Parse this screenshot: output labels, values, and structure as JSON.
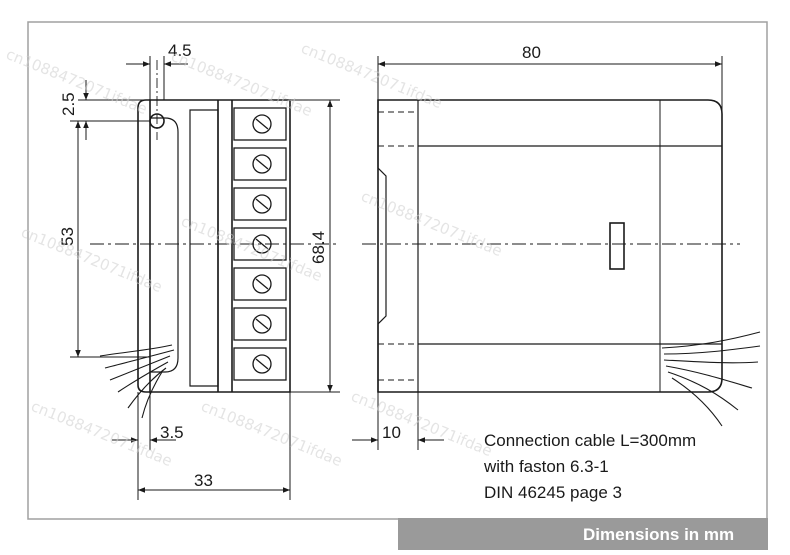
{
  "dimensions": {
    "d_4_5": "4.5",
    "d_2_5": "2.5",
    "d_53": "53",
    "d_68_4": "68.4",
    "d_3_5": "3.5",
    "d_33": "33",
    "d_80": "80",
    "d_10": "10"
  },
  "notes": {
    "line1": "Connection cable L=300mm",
    "line2": "with faston 6.3-1",
    "line3": "DIN 46245 page 3"
  },
  "footer": {
    "label": "Dimensions in mm"
  },
  "watermark": {
    "text": "cn1088472071ifdae"
  },
  "colors": {
    "line": "#1a1a1a",
    "frame": "#a0a0a0",
    "footer_bg": "#9a9a9a"
  }
}
